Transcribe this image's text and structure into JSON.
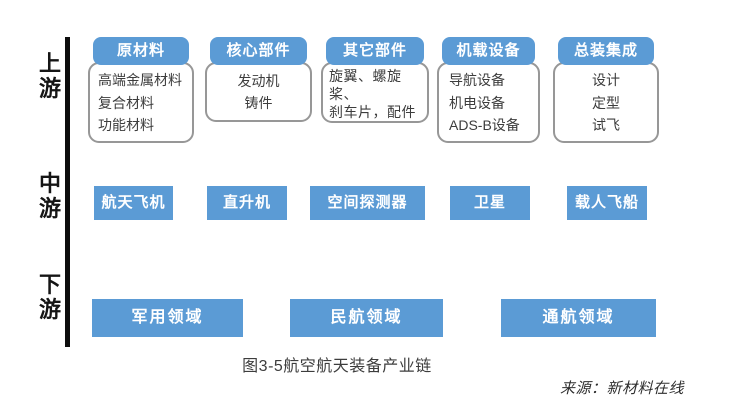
{
  "diagram": {
    "caption": "图3-5航空航天装备产业链",
    "source": "来源：新材料在线",
    "colors": {
      "accent_blue": "#5b9bd5",
      "box_border_gray": "#979797",
      "axis_black": "#0d0d0d",
      "text_dark": "#3d3d3d"
    },
    "stages": [
      "上游",
      "中游",
      "下游"
    ],
    "upstream_columns": [
      {
        "header": "原材料",
        "items": [
          "高端金属材料",
          "复合材料",
          "功能材料"
        ]
      },
      {
        "header": "核心部件",
        "items": [
          "发动机",
          "铸件"
        ]
      },
      {
        "header": "其它部件",
        "items": [
          "旋翼、螺旋桨、",
          "刹车片，配件"
        ]
      },
      {
        "header": "机载设备",
        "items": [
          "导航设备",
          "机电设备",
          "ADS-B设备"
        ]
      },
      {
        "header": "总装集成",
        "items": [
          "设计",
          "定型",
          "试飞"
        ]
      }
    ],
    "midstream_items": [
      "航天飞机",
      "直升机",
      "空间探测器",
      "卫星",
      "载人飞船"
    ],
    "downstream_items": [
      "军用领域",
      "民航领域",
      "通航领域"
    ]
  }
}
